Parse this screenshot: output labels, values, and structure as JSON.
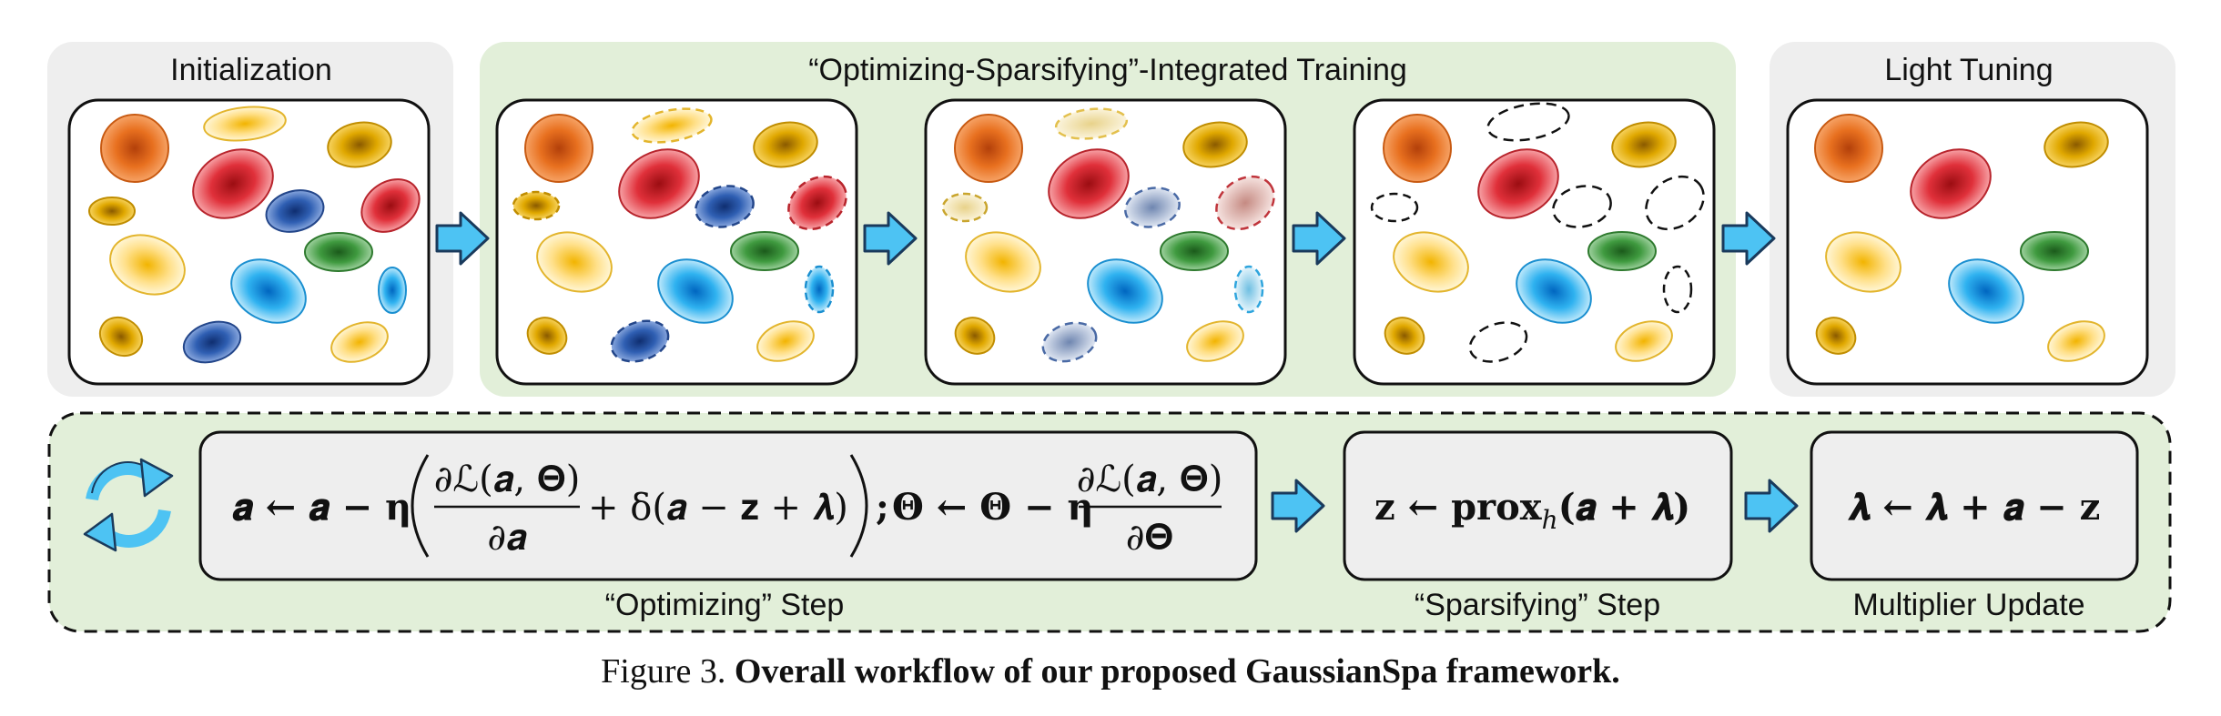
{
  "stages": {
    "initialization": "Initialization",
    "integrated_training": "“Optimizing-Sparsifying”-Integrated Training",
    "light_tuning": "Light Tuning"
  },
  "steps": {
    "optimizing": {
      "label": "“Optimizing” Step",
      "equation_a": "𝒂 ← 𝒂 − η",
      "frac1_num": "∂ℒ(𝒂, 𝚯)",
      "frac1_den": "∂𝒂",
      "plus_term": "+ δ(𝒂 − 𝐳 + 𝝀)",
      "separator": ";",
      "equation_theta": "𝚯 ← 𝚯 − η",
      "frac2_num": "∂ℒ(𝒂, 𝚯)",
      "frac2_den": "∂𝚯"
    },
    "sparsifying": {
      "label": "“Sparsifying” Step",
      "equation": "𝐳 ← 𝐩𝐫𝐨𝐱",
      "subscript": "h",
      "equation_tail": "(𝒂 + 𝝀)"
    },
    "multiplier": {
      "label": "Multiplier Update",
      "equation": "𝝀 ← 𝝀 + 𝒂 − 𝐳"
    }
  },
  "caption": {
    "prefix": "Figure 3.",
    "text": "Overall workflow of our proposed GaussianSpa framework."
  },
  "icons": {
    "cycle": "refresh-cycle-icon",
    "arrow": "right-arrow-icon"
  },
  "colors": {
    "gray_panel": "#eeeeee",
    "green_panel": "#e2efd9",
    "arrow_fill": "#4dc3f3",
    "orange": "#e8701f",
    "yellow_light": "#ffd966",
    "gold": "#e0a800",
    "red": "#e0303a",
    "blue_dark": "#2f5fb3",
    "green": "#3f9a3f",
    "sky": "#2fb2f0"
  }
}
